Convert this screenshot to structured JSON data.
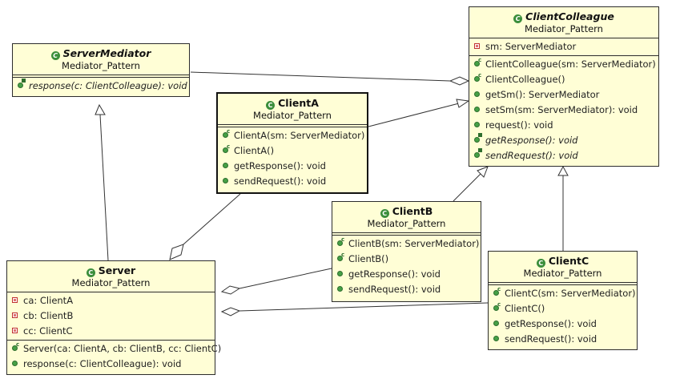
{
  "package": "Mediator_Pattern",
  "classes": {
    "server_mediator": {
      "name": "ServerMediator",
      "abstract": true,
      "methods": [
        "response(c: ClientColleague): void"
      ]
    },
    "client_colleague": {
      "name": "ClientColleague",
      "abstract": true,
      "attributes": [
        "sm: ServerMediator"
      ],
      "methods": [
        "ClientColleague(sm: ServerMediator)",
        "ClientColleague()",
        "getSm(): ServerMediator",
        "setSm(sm: ServerMediator): void",
        "request(): void",
        "getResponse(): void",
        "sendRequest(): void"
      ]
    },
    "client_a": {
      "name": "ClientA",
      "methods": [
        "ClientA(sm: ServerMediator)",
        "ClientA()",
        "getResponse(): void",
        "sendRequest(): void"
      ]
    },
    "client_b": {
      "name": "ClientB",
      "methods": [
        "ClientB(sm: ServerMediator)",
        "ClientB()",
        "getResponse(): void",
        "sendRequest(): void"
      ]
    },
    "client_c": {
      "name": "ClientC",
      "methods": [
        "ClientC(sm: ServerMediator)",
        "ClientC()",
        "getResponse(): void",
        "sendRequest(): void"
      ]
    },
    "server": {
      "name": "Server",
      "attributes": [
        "ca: ClientA",
        "cb: ClientB",
        "cc: ClientC"
      ],
      "methods": [
        "Server(ca: ClientA, cb: ClientB, cc: ClientC)",
        "response(c: ClientColleague): void"
      ]
    }
  },
  "relations": [
    {
      "type": "generalization",
      "from": "Server",
      "to": "ServerMediator"
    },
    {
      "type": "generalization",
      "from": "ClientA",
      "to": "ClientColleague"
    },
    {
      "type": "generalization",
      "from": "ClientB",
      "to": "ClientColleague"
    },
    {
      "type": "generalization",
      "from": "ClientC",
      "to": "ClientColleague"
    },
    {
      "type": "aggregation",
      "whole": "ClientColleague",
      "part": "ServerMediator"
    },
    {
      "type": "aggregation",
      "whole": "Server",
      "part": "ClientA"
    },
    {
      "type": "aggregation",
      "whole": "Server",
      "part": "ClientB"
    },
    {
      "type": "aggregation",
      "whole": "Server",
      "part": "ClientC"
    }
  ]
}
